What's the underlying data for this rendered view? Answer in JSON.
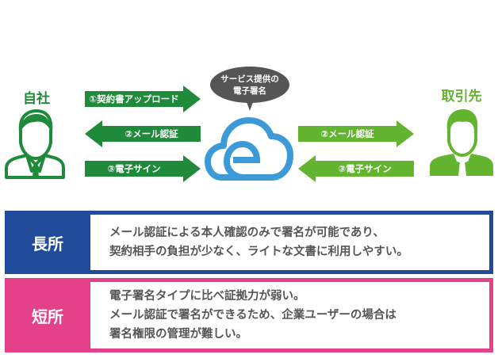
{
  "colors": {
    "dark_green": "#1e8a3a",
    "light_green": "#63b52f",
    "cloud_blue": "#3d9ad8",
    "bubble_gray": "#555555",
    "pros_blue": "#1f4b9a",
    "cons_pink": "#e5408a",
    "body_text": "#555555"
  },
  "parties": {
    "left": {
      "label": "自社",
      "icon": "businessman-outline-icon"
    },
    "right": {
      "label": "取引先",
      "icon": "businessman-filled-icon"
    }
  },
  "service": {
    "bubble_text_line1": "サービス提供の",
    "bubble_text_line2": "電子署名",
    "icon": "cloud-e-icon"
  },
  "left_arrows": [
    {
      "label": "①契約書アップロード",
      "direction": "right"
    },
    {
      "label": "②メール認証",
      "direction": "left"
    },
    {
      "label": "③電子サイン",
      "direction": "right"
    }
  ],
  "right_arrows": [
    {
      "label": "②メール認証",
      "direction": "right"
    },
    {
      "label": "③電子サイン",
      "direction": "left"
    }
  ],
  "pros": {
    "tag": "長所",
    "lines": [
      "メール認証による本人確認のみで署名が可能であり、",
      "契約相手の負担が少なく、ライトな文書に利用しやすい。"
    ]
  },
  "cons": {
    "tag": "短所",
    "lines": [
      "電子署名タイプに比べ証拠力が弱い。",
      "メール認証で署名ができるため、企業ユーザーの場合は",
      "署名権限の管理が難しい。"
    ]
  }
}
